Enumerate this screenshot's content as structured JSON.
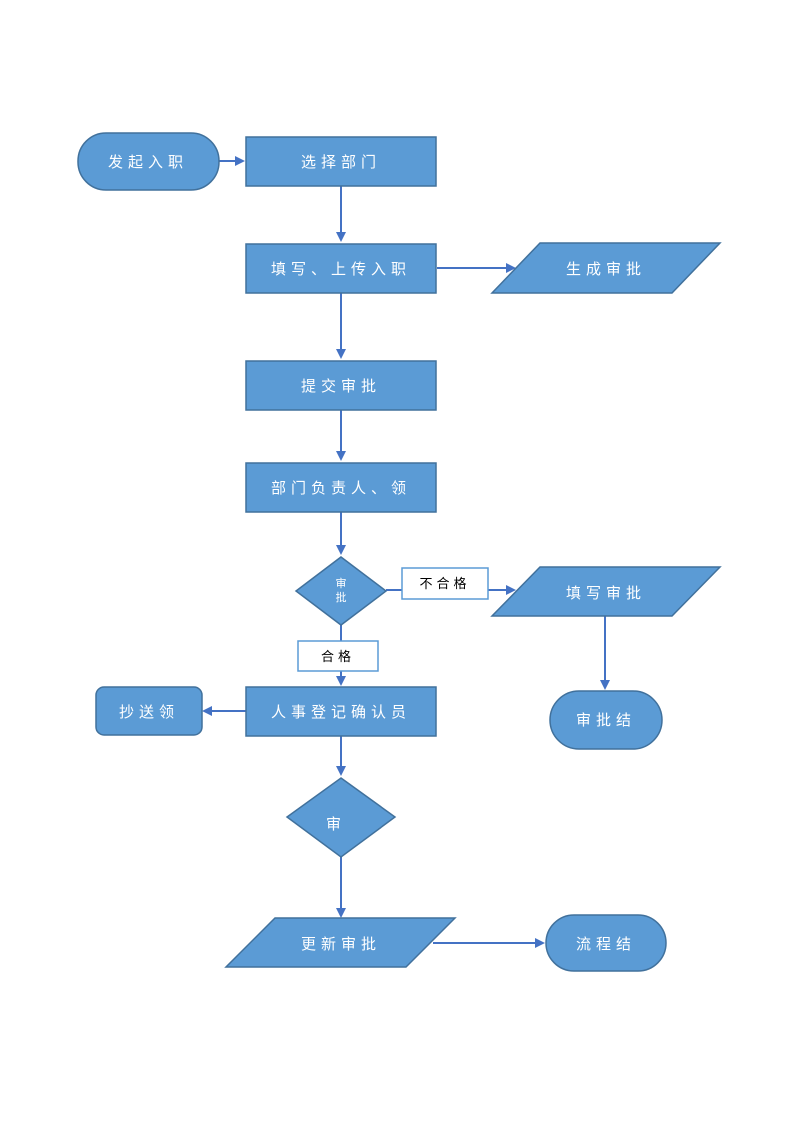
{
  "nodes": {
    "start": "发起入职",
    "select_dept": "选择部门",
    "fill_upload": "填写、上传入职",
    "generate_approval": "生成审批",
    "submit_approval": "提交审批",
    "dept_head": "部门负责人、领",
    "review1_line1": "审",
    "review1_line2": "批",
    "fill_approval": "填写审批",
    "approval_end": "审批结",
    "cc_leader": "抄送领",
    "hr_confirm": "人事登记确认员",
    "review2": "审",
    "update_approval": "更新审批",
    "process_end": "流程结"
  },
  "labels": {
    "fail": "不合格",
    "pass": "合格"
  },
  "colors": {
    "fill": "#5b9bd5",
    "stroke": "#41719c",
    "connector": "#4472c4"
  }
}
